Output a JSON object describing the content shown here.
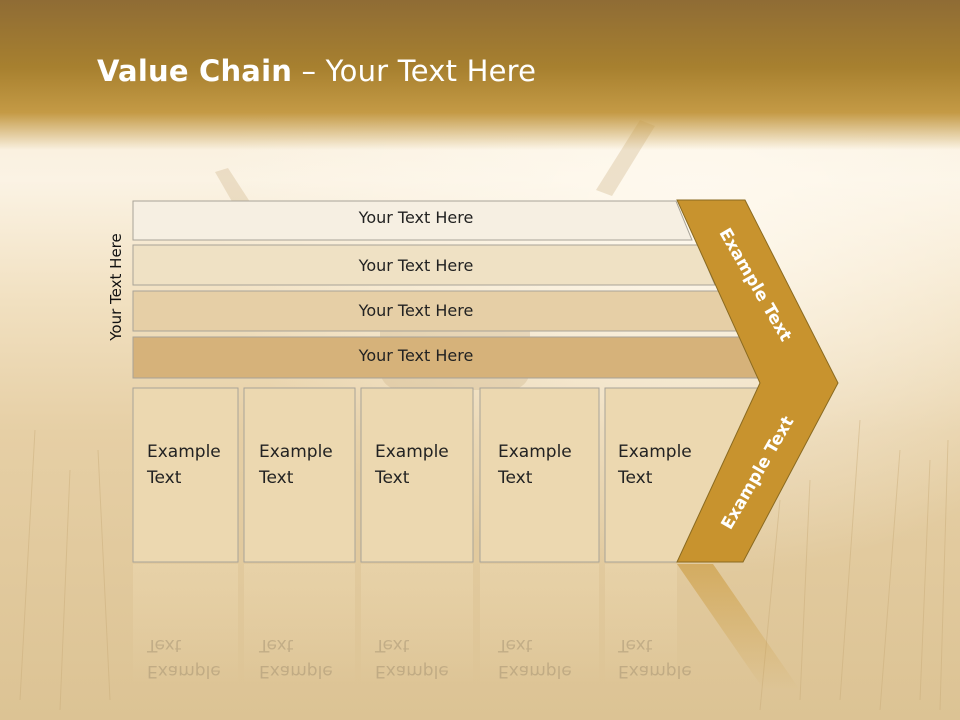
{
  "slide": {
    "title_bold": "Value Chain",
    "title_rest": " – Your Text Here",
    "side_label": "Your Text Here"
  },
  "rows": [
    {
      "label": "Your Text Here",
      "fill": "#f6efe2"
    },
    {
      "label": "Your Text Here",
      "fill": "#efe1c4"
    },
    {
      "label": "Your Text Here",
      "fill": "#e6cfa6"
    },
    {
      "label": "Your Text Here",
      "fill": "#d6b27a"
    }
  ],
  "columns": [
    {
      "line1": "Example",
      "line2": "Text"
    },
    {
      "line1": "Example",
      "line2": "Text"
    },
    {
      "line1": "Example",
      "line2": "Text"
    },
    {
      "line1": "Example",
      "line2": "Text"
    },
    {
      "line1": "Example",
      "line2": "Text"
    }
  ],
  "arrow": {
    "upper_label": "Example Text",
    "lower_label": "Example Text",
    "fill": "#c8932e"
  },
  "colors": {
    "column_fill": "#ecd8b0",
    "header_brown": "#a7802f"
  }
}
